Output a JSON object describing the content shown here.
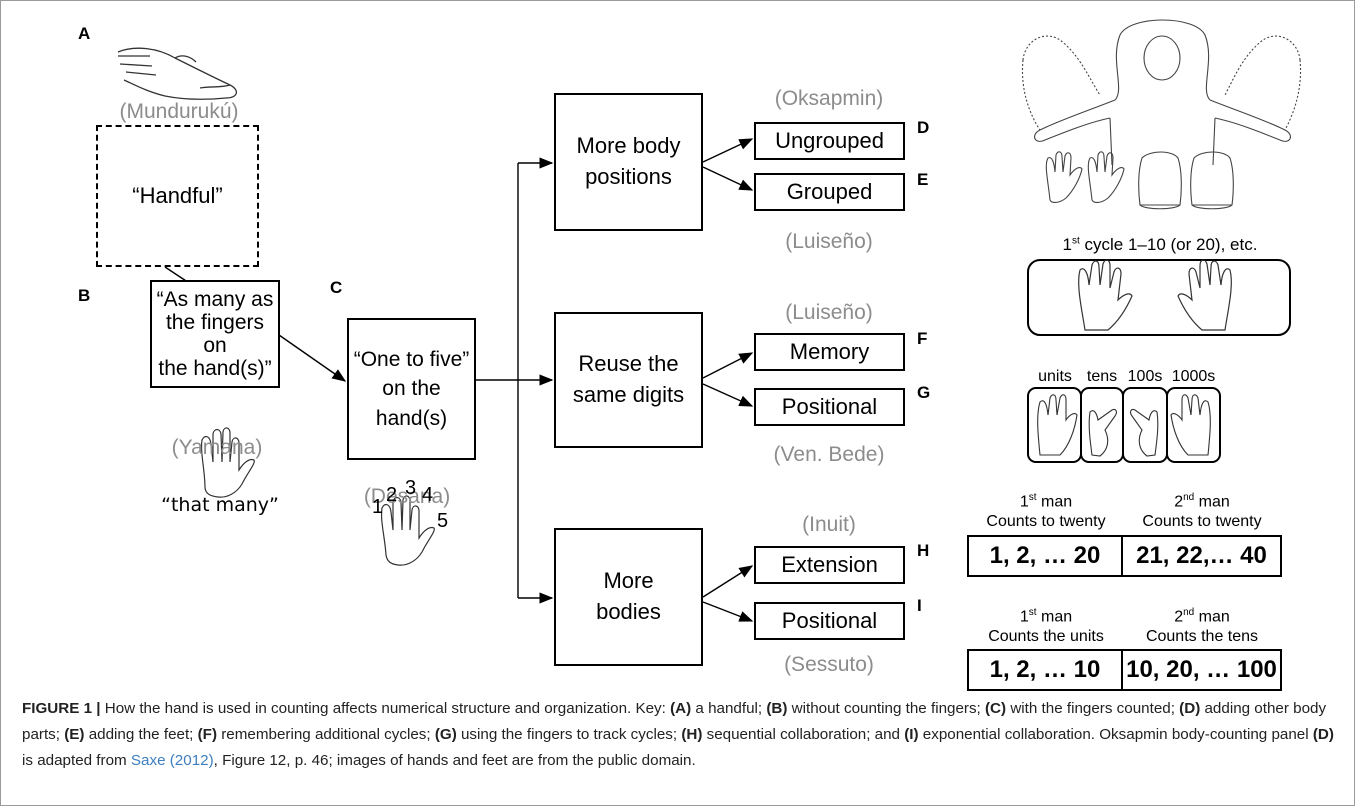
{
  "panel_letters": {
    "A": "A",
    "B": "B",
    "C": "C",
    "D": "D",
    "E": "E",
    "F": "F",
    "G": "G",
    "H": "H",
    "I": "I"
  },
  "groups": {
    "munduruku": "(Mundurukú)",
    "yamana": "(Yamana)",
    "desana": "(Desana)",
    "oksapmin": "(Oksapmin)",
    "luiseno_top": "(Luiseño)",
    "luiseno_mid": "(Luiseño)",
    "ven_bede": "(Ven. Bede)",
    "inuit": "(Inuit)",
    "sessuto": "(Sessuto)"
  },
  "boxes": {
    "handful": "“Handful”",
    "as_many_lines": [
      "“As many as",
      "the fingers on",
      "the hand(s)”"
    ],
    "one_to_five_lines": [
      "“One to five”",
      "on the",
      "hand(s)"
    ],
    "more_body_lines": [
      "More body",
      "positions"
    ],
    "reuse_lines": [
      "Reuse the",
      "same digits"
    ],
    "more_bodies_lines": [
      "More",
      "bodies"
    ],
    "ungrouped": "Ungrouped",
    "grouped": "Grouped",
    "memory": "Memory",
    "positional_g": "Positional",
    "extension": "Extension",
    "positional_i": "Positional"
  },
  "labels": {
    "that_many": "“that many”",
    "digits": [
      "1",
      "2",
      "3",
      "4",
      "5"
    ],
    "cycle_prefix": "1",
    "cycle_sup": "st",
    "cycle_rest": " cycle 1–10 (or 20), etc.",
    "units": "units",
    "tens": "tens",
    "hundreds": "100s",
    "thousands": "1000s"
  },
  "table_h": {
    "col1_head_num": "1",
    "col1_head_sup": "st",
    "col1_head_rest": " man",
    "col1_sub": "Counts to twenty",
    "col2_head_num": "2",
    "col2_head_sup": "nd",
    "col2_head_rest": " man",
    "col2_sub": "Counts to twenty",
    "cell1": "1, 2, … 20",
    "cell2": "21, 22,… 40"
  },
  "table_i": {
    "col1_head_num": "1",
    "col1_head_sup": "st",
    "col1_head_rest": " man",
    "col1_sub": "Counts the units",
    "col2_head_num": "2",
    "col2_head_sup": "nd",
    "col2_head_rest": " man",
    "col2_sub": "Counts the tens",
    "cell1": "1, 2, … 10",
    "cell2": "10, 20, … 100"
  },
  "caption": {
    "figure_label": "FIGURE 1 |",
    "lead": " How the hand is used in counting affects numerical structure and organization. Key: ",
    "a": "(A)",
    "a_text": " a handful; ",
    "b": "(B)",
    "b_text": " without counting the fingers; ",
    "c": "(C)",
    "c_text": " with the fingers counted; ",
    "d": "(D)",
    "d_text": " adding other body parts; ",
    "e": "(E)",
    "e_text": " adding the feet; ",
    "f": "(F)",
    "f_text": " remembering additional cycles; ",
    "g": "(G)",
    "g_text": " using the fingers to track cycles; ",
    "h": "(H)",
    "h_text": " sequential collaboration; and ",
    "i": "(I)",
    "i_text": " exponential collaboration. Oksapmin body-counting panel ",
    "d2": "(D)",
    "d2_text": " is adapted from ",
    "citation": "Saxe (2012)",
    "tail": ", Figure 12, p. 46; images of hands and feet are from the public domain."
  }
}
